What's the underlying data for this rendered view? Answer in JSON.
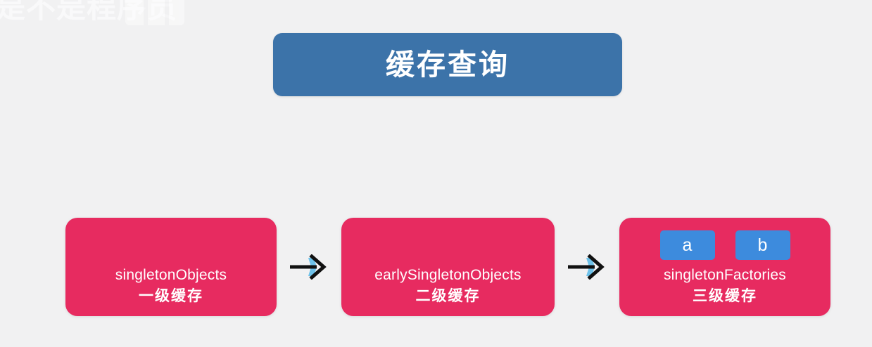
{
  "background": {
    "color": "#f1f1f2",
    "watermark_text": "是不是程序员"
  },
  "title": {
    "text": "缓存查询",
    "box_color": "#3c73a9",
    "text_color": "#ffffff"
  },
  "colors": {
    "card": "#e72b60",
    "subbox": "#3d8bdd",
    "arrow": "#111111",
    "arrow_accent": "#6fc2ea"
  },
  "cards": [
    {
      "name": "singletonObjects",
      "label": "singletonObjects",
      "sublabel": "一级缓存",
      "items": []
    },
    {
      "name": "earlySingletonObjects",
      "label": "earlySingletonObjects",
      "sublabel": "二级缓存",
      "items": []
    },
    {
      "name": "singletonFactories",
      "label": "singletonFactories",
      "sublabel": "三级缓存",
      "items": [
        "a",
        "b"
      ]
    }
  ],
  "arrows": [
    {
      "icon": "arrow-right-icon"
    },
    {
      "icon": "arrow-right-icon"
    }
  ]
}
